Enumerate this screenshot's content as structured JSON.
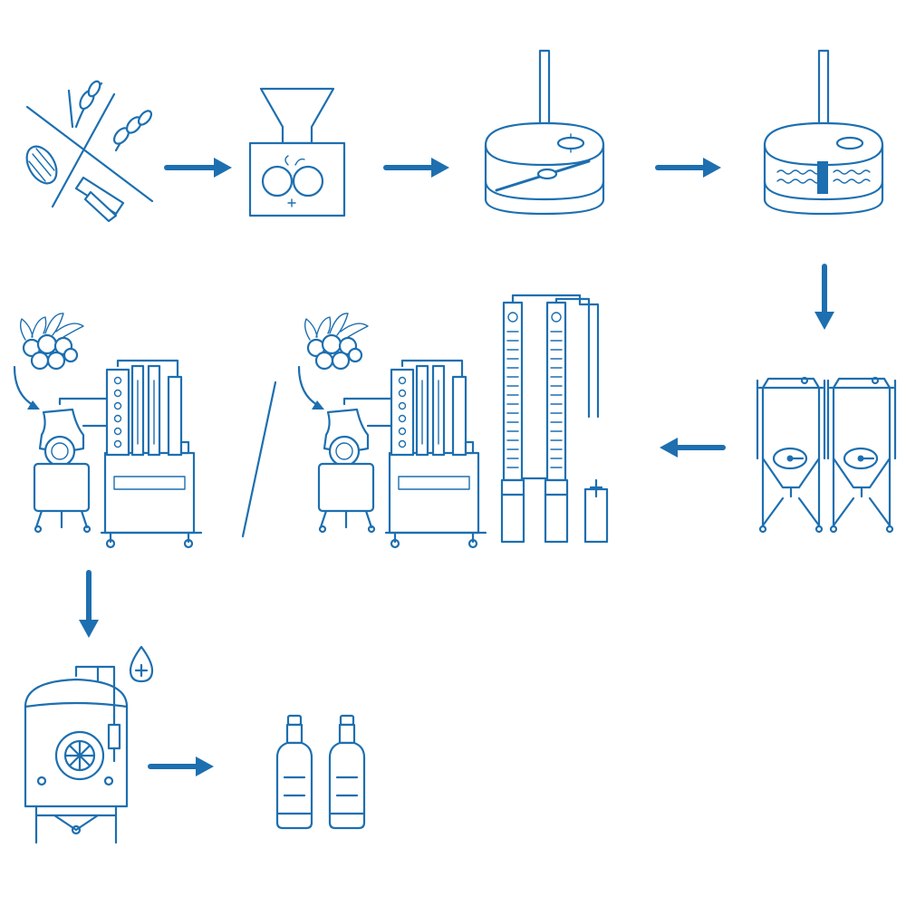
{
  "diagram": {
    "type": "process-flow",
    "colors": {
      "stroke": "#1d6fb0",
      "background": "#ffffff"
    },
    "steps": [
      {
        "id": "grains",
        "icon": "grains-icon"
      },
      {
        "id": "mill",
        "icon": "grain-mill-icon"
      },
      {
        "id": "mash-tun",
        "icon": "mash-tun-icon"
      },
      {
        "id": "lauter-tun",
        "icon": "lauter-tun-icon"
      },
      {
        "id": "fermenters",
        "icon": "fermentation-tanks-icon"
      },
      {
        "id": "column-still",
        "icon": "column-still-icon"
      },
      {
        "id": "pot-still-b",
        "icon": "pot-still-icon"
      },
      {
        "id": "pot-still-a",
        "icon": "pot-still-icon"
      },
      {
        "id": "blending-tank",
        "icon": "blending-tank-icon"
      },
      {
        "id": "bottles",
        "icon": "bottles-icon"
      }
    ],
    "separator": "or-divider",
    "addition_marker": "add-water-drop-icon"
  }
}
